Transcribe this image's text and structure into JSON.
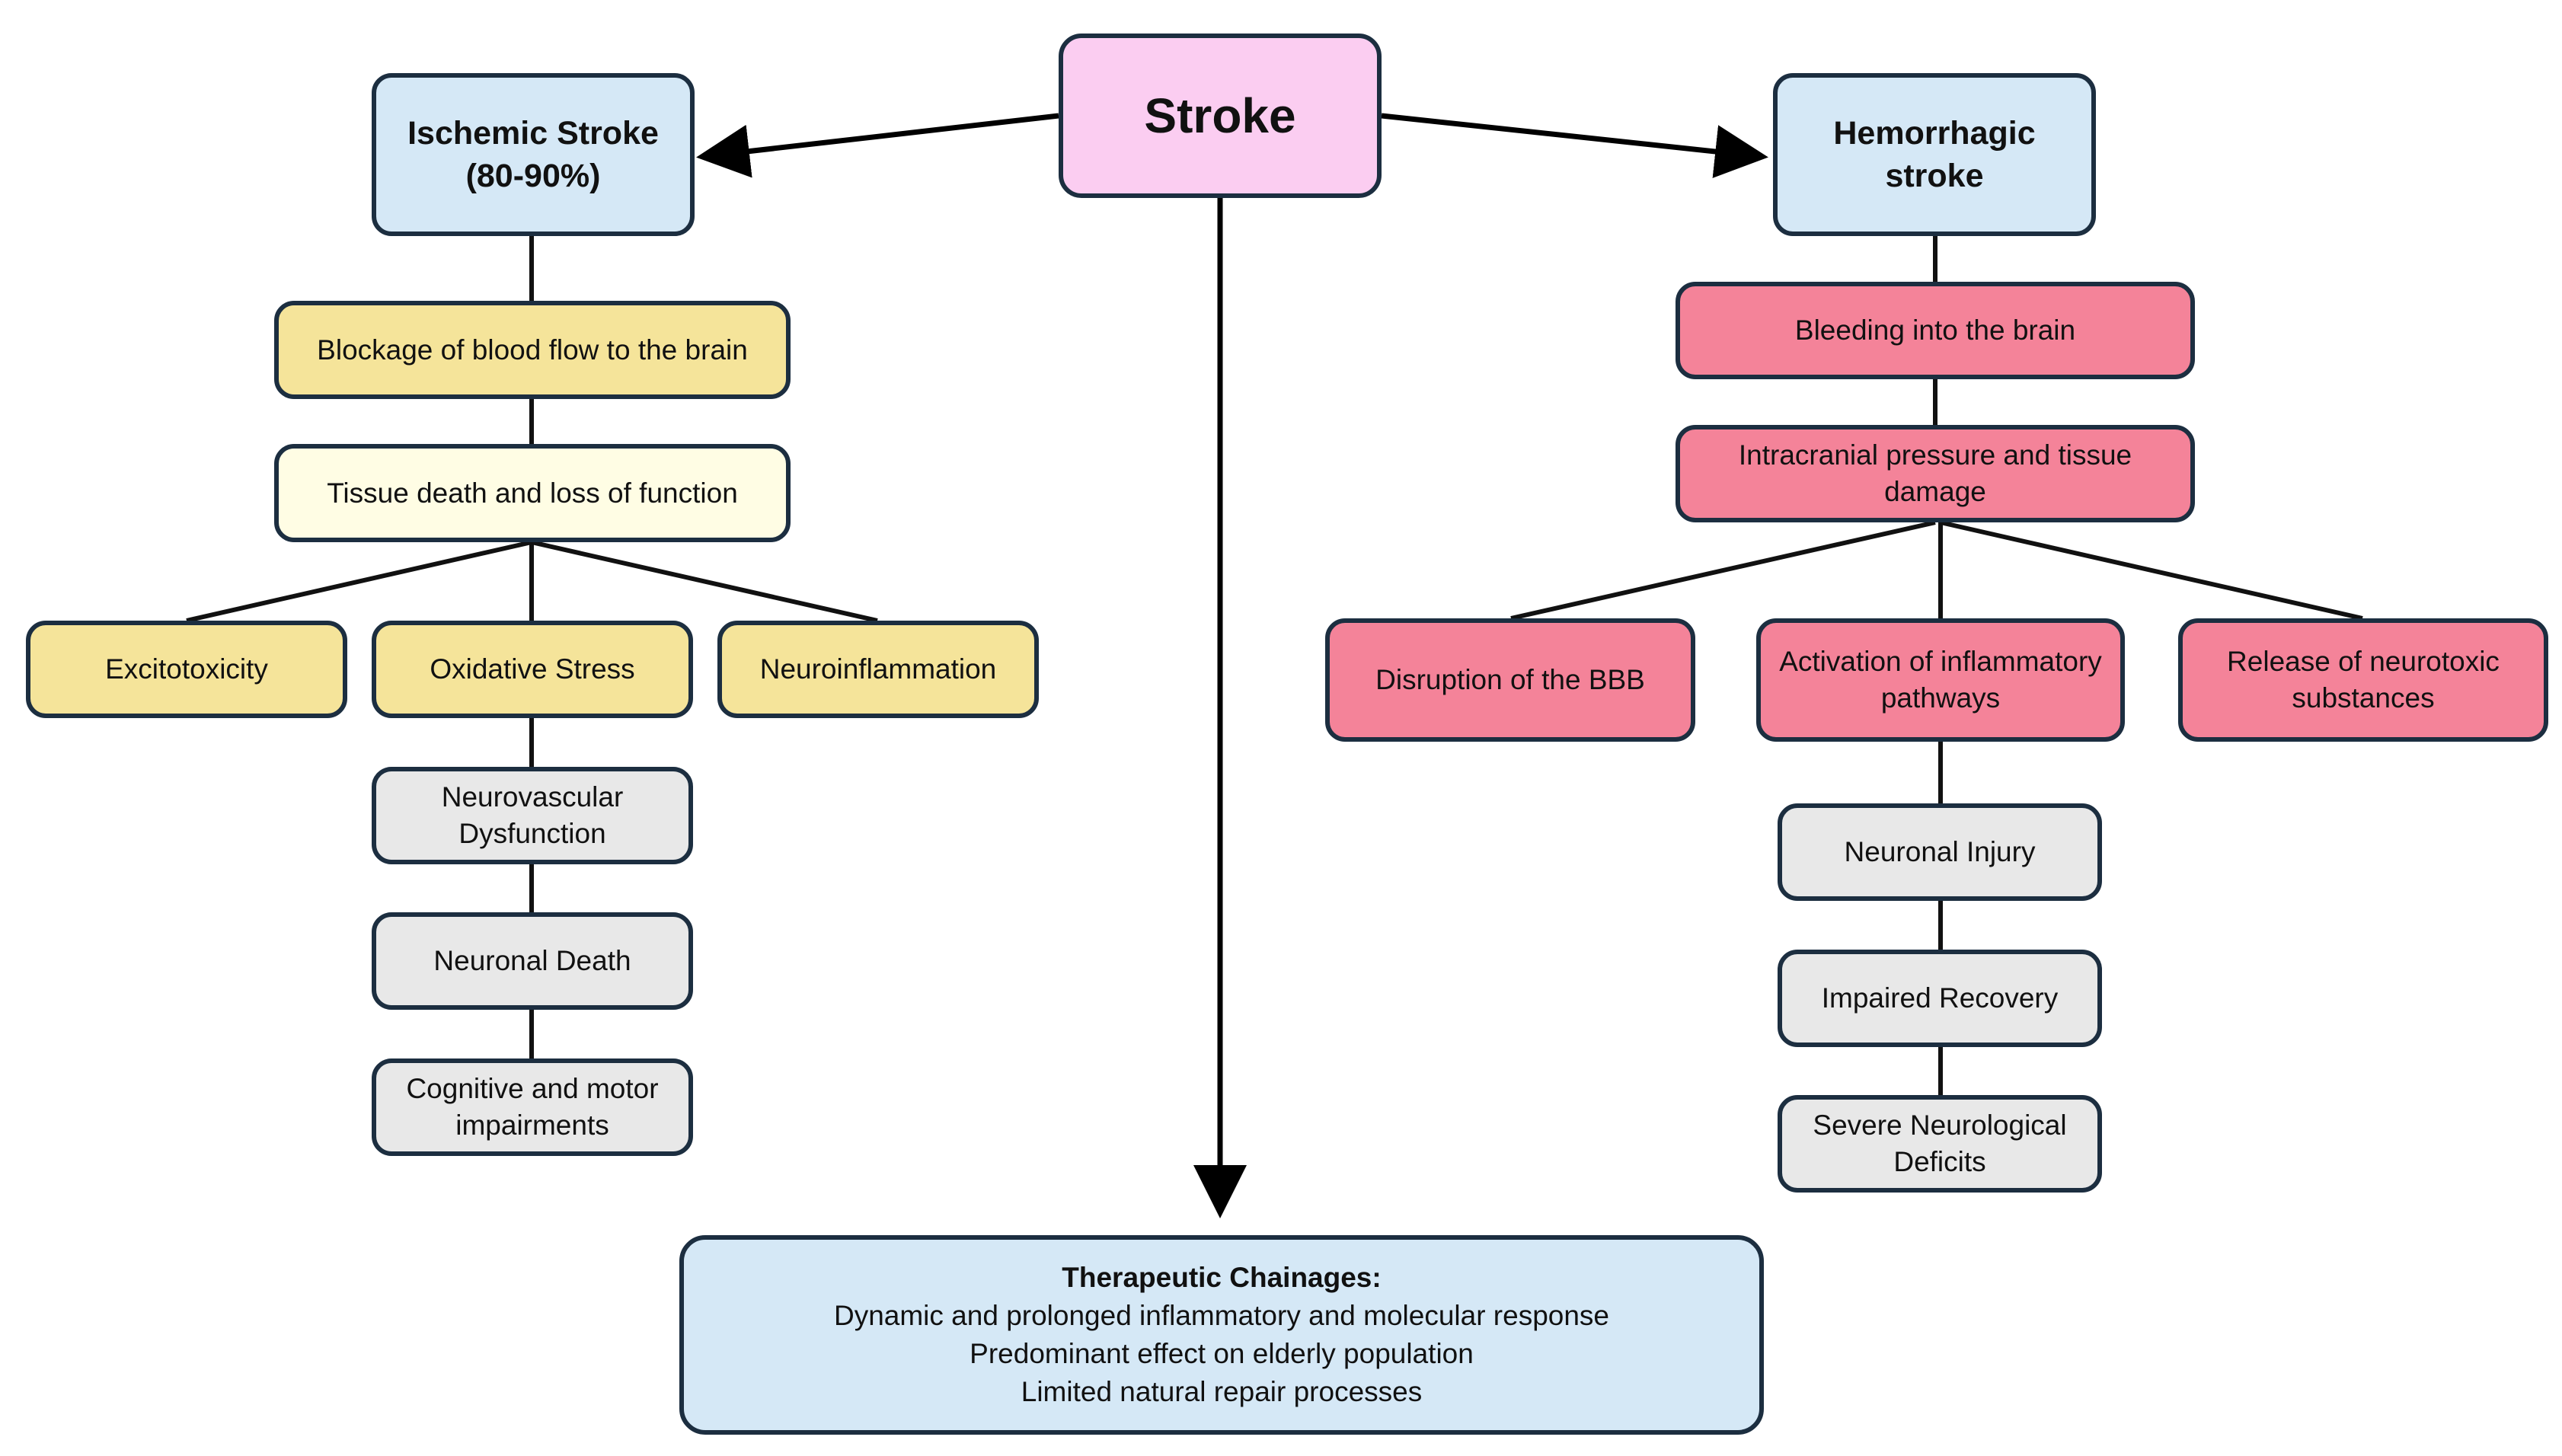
{
  "root": "Stroke",
  "ischemic": {
    "title": "Ischemic Stroke (80-90%)",
    "cause": "Blockage of blood flow to the brain",
    "effect": "Tissue death and loss of function",
    "mechanisms": [
      "Excitotoxicity",
      "Oxidative Stress",
      "Neuroinflammation"
    ],
    "chain": [
      "Neurovascular Dysfunction",
      "Neuronal Death",
      "Cognitive and motor impairments"
    ]
  },
  "hemorrhagic": {
    "title": "Hemorrhagic stroke",
    "cause": "Bleeding into the brain",
    "effect": "Intracranial pressure and tissue damage",
    "mechanisms": [
      "Disruption of the BBB",
      "Activation of inflammatory pathways",
      "Release of neurotoxic substances"
    ],
    "chain": [
      "Neuronal Injury",
      "Impaired Recovery",
      "Severe Neurological Deficits"
    ]
  },
  "therapeutic": {
    "heading": "Therapeutic Chainages:",
    "lines": [
      "Dynamic and prolonged inflammatory and molecular response",
      "Predominant effect on elderly population",
      "Limited natural repair processes"
    ]
  },
  "colors": {
    "outline": "#1c2e40",
    "root_fill": "#fbcdf1",
    "category_fill": "#d5e8f6",
    "ischemic_fill": "#f5e49a",
    "ischemic_effect_fill": "#fffde4",
    "chain_fill": "#e8e8e8",
    "hemorrhagic_fill": "#f48399"
  }
}
